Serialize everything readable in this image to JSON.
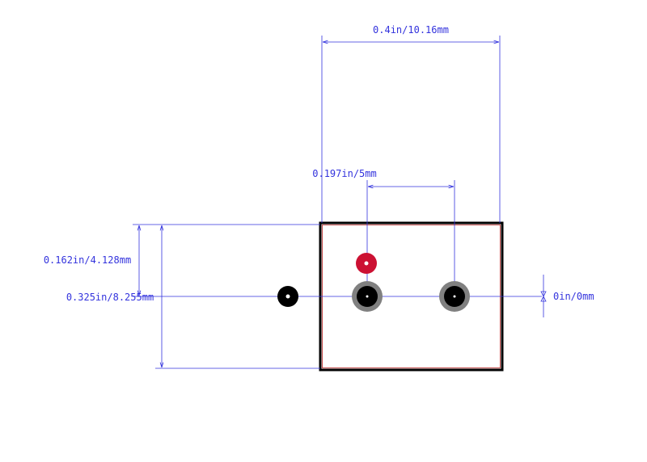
{
  "colors": {
    "dimension": "#3333dd",
    "outline": "#000000",
    "silkscreen": "#c44b4b",
    "pad_ring": "#808080",
    "pad": "#000000",
    "pin1_marker": "#cc1133",
    "hole": "#ffffff"
  },
  "dimensions": {
    "overall_width": "0.4in/10.16mm",
    "pin_pitch": "0.197in/5mm",
    "height_to_center": "0.162in/4.128mm",
    "overall_height": "0.325in/8.255mm",
    "offset": "0in/0mm"
  },
  "footprint": {
    "pads": [
      "pad-1",
      "pad-2"
    ],
    "pin1_marker": "pin-1-marker",
    "reference_marker": "origin-marker"
  }
}
